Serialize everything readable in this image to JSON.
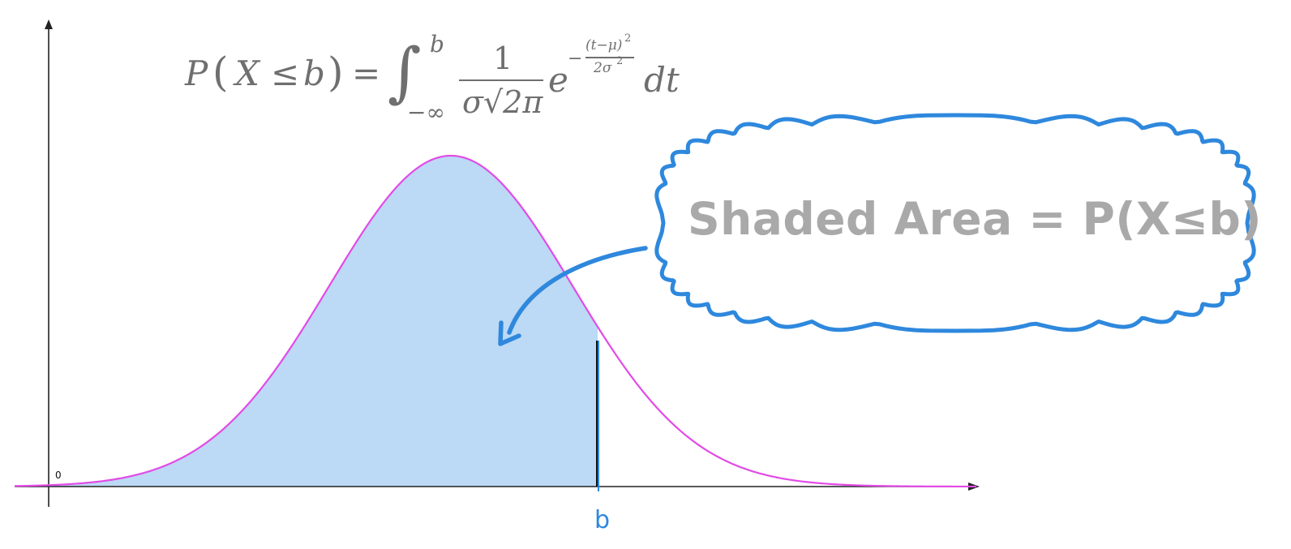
{
  "formula": {
    "lhs_p": "P",
    "lhs_x": "X",
    "lhs_le": "≤",
    "lhs_b": "b",
    "eq": "=",
    "integral": "∫",
    "upper": "b",
    "lower": "−∞",
    "numerator": "1",
    "denominator": "σ√2π",
    "e": "e",
    "exp_minus": "−",
    "exp_num": "(t−μ)",
    "exp_num_sq": "2",
    "exp_den": "2σ",
    "exp_den_sq": "2",
    "dt": "dt"
  },
  "callout": {
    "text": "Shaded Area = P(X≤b)"
  },
  "axis": {
    "origin_label": "0",
    "b_label": "b"
  },
  "colors": {
    "curve": "#e24be6",
    "fill": "#bcd9f5",
    "callout_stroke": "#2e88dd",
    "axis": "#222222",
    "callout_text": "#a9a9a9",
    "formula_text": "#6f6f6f"
  },
  "chart_data": {
    "type": "area",
    "distribution": "normal",
    "shaded_region": "x ≤ b",
    "labels": {
      "origin": "0",
      "cutoff": "b"
    }
  }
}
